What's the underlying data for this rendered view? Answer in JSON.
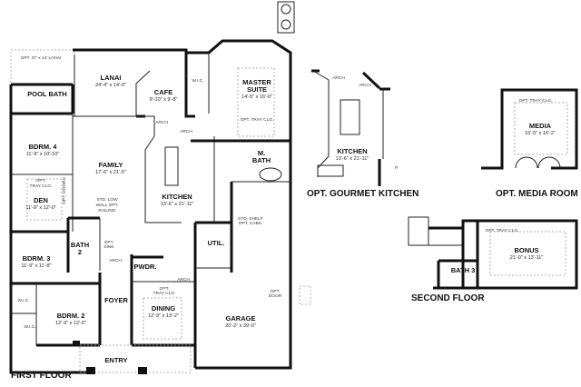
{
  "titles": {
    "first_floor": "FIRST FLOOR",
    "second_floor": "SECOND FLOOR",
    "gourmet_kitchen": "OPT. GOURMET KITCHEN",
    "media_room": "OPT. MEDIA ROOM"
  },
  "rooms": {
    "opt_lanai": "OPT. 37' x 14' LANAI",
    "lanai": {
      "name": "LANAI",
      "dim": "24'-4\" x 14'-0\""
    },
    "pool_bath": {
      "name": "POOL BATH"
    },
    "cafe": {
      "name": "CAFE",
      "dim": "9'-10\" x 9'-8\""
    },
    "master": {
      "name1": "MASTER",
      "name2": "SUITE",
      "dim": "14'-5\" x 16'-0\""
    },
    "wic": "W.I.C.",
    "bdrm4": {
      "name": "BDRM. 4",
      "dim": "11'-9\" x 10'-10\""
    },
    "family": {
      "name": "FAMILY",
      "dim": "17'-6\" x 21'-5\""
    },
    "mbath": {
      "name1": "M.",
      "name2": "BATH"
    },
    "den": {
      "name": "DEN",
      "dim": "11'-9\" x 12'-0\""
    },
    "kitchen": {
      "name": "KITCHEN",
      "dim": "13'-6\" x 21'-11\""
    },
    "bdrm3": {
      "name": "BDRM. 3",
      "dim": "11'-9\" x 11'-8\""
    },
    "bath2": {
      "name1": "BATH",
      "name2": "2"
    },
    "util": {
      "name": "UTIL."
    },
    "pwdr": {
      "name": "PWDR."
    },
    "foyer": {
      "name": "FOYER"
    },
    "bdrm2": {
      "name": "BDRM. 2",
      "dim": "12'-9\" x 12'-0\""
    },
    "dining": {
      "name": "DINING",
      "dim": "12'-9\" x 13'-2\""
    },
    "garage": {
      "name": "GARAGE",
      "dim": "20'-2\" x 39'-0\""
    },
    "entry": {
      "name": "ENTRY"
    },
    "gk_kitchen": {
      "name": "KITCHEN",
      "dim": "13'-6\" x 21'-11\""
    },
    "media": {
      "name": "MEDIA",
      "dim": "15'-5\" x 16'-2\""
    },
    "bonus": {
      "name": "BONUS",
      "dim": "21'-0\" x 13'-11\""
    },
    "bath3": {
      "name": "BATH 3"
    }
  },
  "notes": {
    "arch": "ARCH",
    "opt_tray": "OPT. TRAY CLG.",
    "opt": "OPT.",
    "tray_clg": "TRAY CLG.",
    "opt_doors": "OPT. DOORS",
    "std_low1": "STD. LOW",
    "std_low2": "WALL OPT.",
    "std_low3": "RAILING",
    "opt_sink1": "OPT.",
    "opt_sink2": "SINK",
    "std_shelf1": "STD. SHELF",
    "std_shelf2": "OPT. CABS.",
    "opt_door1": "OPT.",
    "opt_door2": "DOOR",
    "pantry": "P."
  }
}
